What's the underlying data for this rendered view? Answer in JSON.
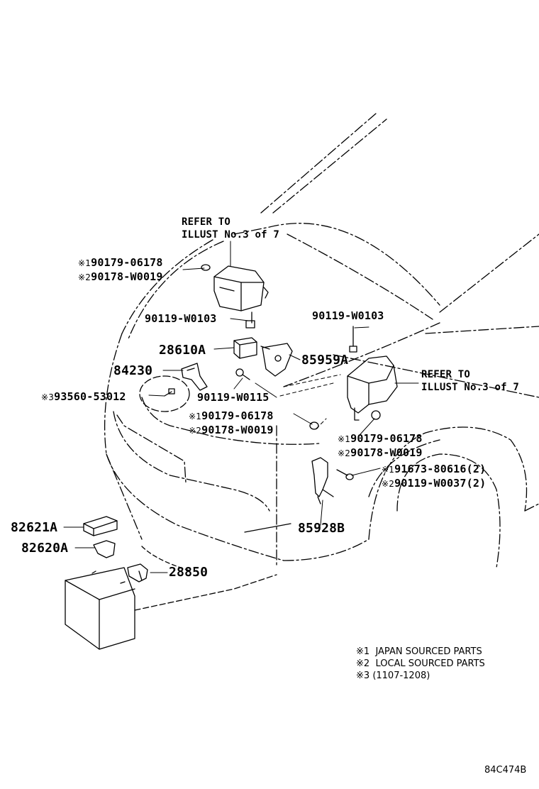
{
  "refs": {
    "top": [
      "REFER TO",
      "ILLUST No.3 of 7"
    ],
    "right": [
      "REFER TO",
      "ILLUST No.3 of 7"
    ]
  },
  "labels": {
    "p1a_mark": "※1",
    "p1a": "90179-06178",
    "p1b_mark": "※2",
    "p1b": "90178-W0019",
    "p2": "90119-W0103",
    "p3": "90119-W0103",
    "p4": "28610A",
    "p5": "85959A",
    "p6": "84230",
    "p7_mark": "※3",
    "p7": "93560-53012",
    "p8": "90119-W0115",
    "p9a_mark": "※1",
    "p9a": "90179-06178",
    "p9b_mark": "※2",
    "p9b": "90178-W0019",
    "p10a_mark": "※1",
    "p10a": "90179-06178",
    "p10b_mark": "※2",
    "p10b": "90178-W0019",
    "p11a_mark": "※1",
    "p11a": "91673-80616(2)",
    "p11b_mark": "※2",
    "p11b": "90119-W0037(2)",
    "p12": "85928B",
    "p13": "82621A",
    "p14": "82620A",
    "p15": "28850"
  },
  "notes": [
    {
      "mark": "※1",
      "text": "JAPAN SOURCED PARTS"
    },
    {
      "mark": "※2",
      "text": "LOCAL SOURCED PARTS"
    },
    {
      "mark": "※3",
      "text": "(1107-1208)"
    }
  ],
  "diagram_code": "84C474B"
}
